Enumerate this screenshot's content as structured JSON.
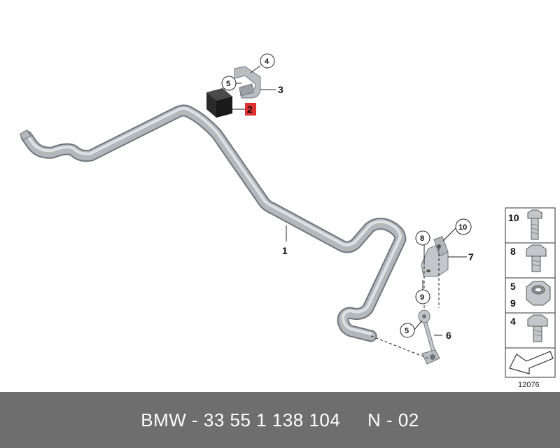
{
  "footer": {
    "text": "BMW - 33 55 1 138 104     N - 02"
  },
  "callouts": [
    {
      "id": "1",
      "highlighted": false
    },
    {
      "id": "2",
      "highlighted": true
    },
    {
      "id": "3",
      "highlighted": false
    },
    {
      "id": "4",
      "highlighted": false
    },
    {
      "id": "5",
      "highlighted": false
    },
    {
      "id": "6",
      "highlighted": false
    },
    {
      "id": "7",
      "highlighted": false
    },
    {
      "id": "8",
      "highlighted": false
    },
    {
      "id": "9",
      "highlighted": false
    },
    {
      "id": "10",
      "highlighted": false
    },
    {
      "id": "5",
      "highlighted": false
    }
  ],
  "legend": [
    {
      "labels": [
        "10"
      ],
      "icon": "hex-bolt-icon"
    },
    {
      "labels": [
        "8"
      ],
      "icon": "hex-bolt-icon"
    },
    {
      "labels": [
        "5",
        "9"
      ],
      "icon": "hex-nut-icon"
    },
    {
      "labels": [
        "4"
      ],
      "icon": "hex-bolt-icon"
    }
  ],
  "ref_number": "12076",
  "colors": {
    "highlight": "#e03030",
    "bar": "#a7adb3",
    "footer": "#6e6e6e"
  }
}
